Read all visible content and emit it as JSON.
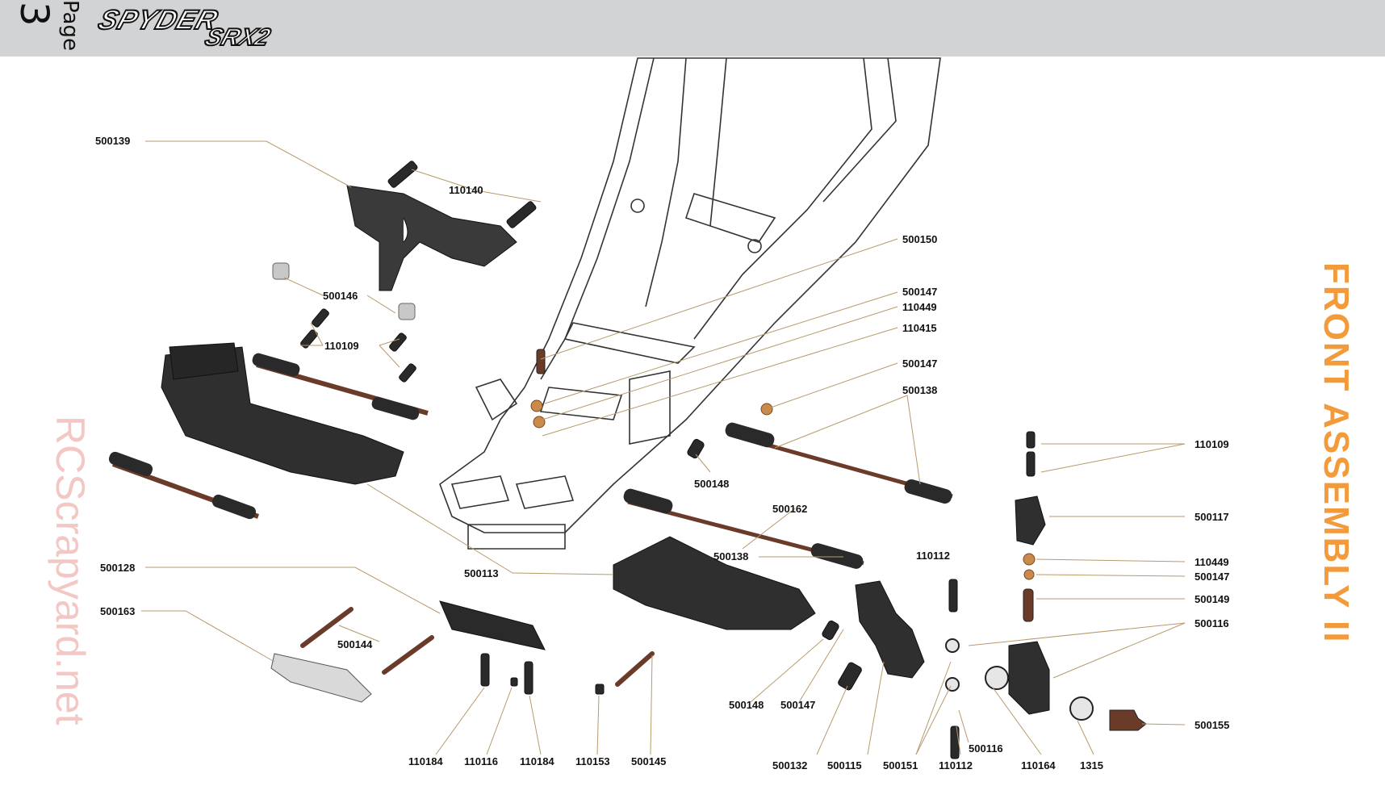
{
  "header": {
    "page_word": "Page",
    "page_number": "3",
    "logo_line1": "SPYDER",
    "logo_line2": "SRX2"
  },
  "side_title": "FRONT ASSEMBLY II",
  "watermark": "RCScrapyard.net",
  "colors": {
    "header_bg": "#d2d3d5",
    "title_orange": "#f39a3a",
    "watermark_pink": "#f2c7c4",
    "leader_tan": "#b79a6d"
  },
  "part_labels": [
    "500139",
    "110140",
    "500146",
    "110109",
    "500150",
    "500147",
    "110449",
    "110415",
    "500147",
    "500138",
    "110109",
    "500117",
    "110449",
    "500147",
    "500149",
    "500116",
    "500155",
    "500148",
    "500162",
    "500138",
    "110112",
    "500128",
    "500113",
    "500163",
    "500144",
    "500148",
    "500147",
    "500132",
    "500115",
    "500151",
    "110112",
    "500116",
    "110164",
    "1315",
    "110184",
    "110116",
    "110184",
    "110153",
    "500145"
  ]
}
